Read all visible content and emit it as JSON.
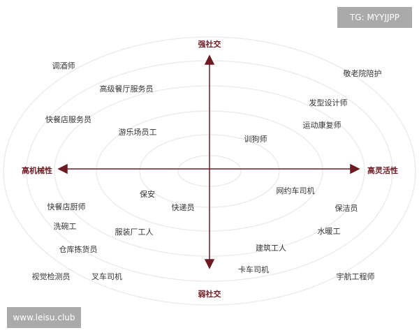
{
  "axes": {
    "top": "强社交",
    "bottom": "弱社交",
    "left": "高机械性",
    "right": "高灵活性"
  },
  "jobs": [
    "调酒师",
    "高级餐厅服务员",
    "快餐店服务员",
    "游乐场员工",
    "敬老院陪护",
    "发型设计师",
    "运动康复师",
    "训狗师",
    "保安",
    "快递员",
    "快餐店厨师",
    "洗碗工",
    "服装厂工人",
    "仓库拣货员",
    "视觉检测员",
    "叉车司机",
    "网约车司机",
    "保洁员",
    "水暖工",
    "建筑工人",
    "卡车司机",
    "宇航工程师"
  ],
  "watermarks": {
    "top_right": "TG: MYYJJPP",
    "bottom_left": "www.leisu.club"
  },
  "colors": {
    "axis": "#6e1a22",
    "rings": "#eeeeee"
  }
}
